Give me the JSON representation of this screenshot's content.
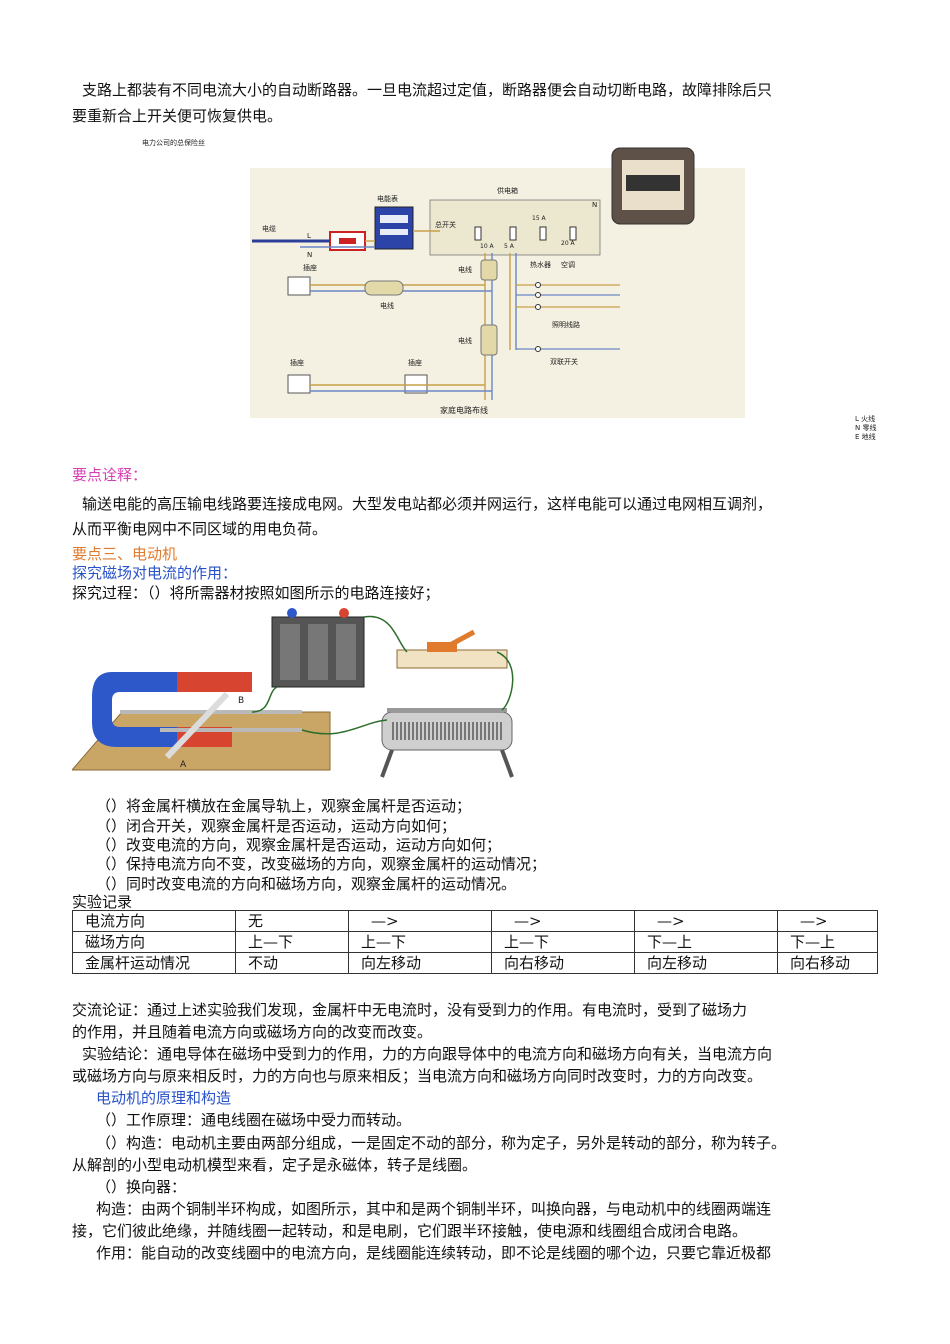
{
  "intro": {
    "line1": "支路上都装有不同电流大小的自动断路器。一旦电流超过定值，断路器便会自动切断电路，故障排除后只",
    "line2": "要重新合上开关便可恢复供电。"
  },
  "wiring_diagram": {
    "fuse_label": "电力公司的总保险丝",
    "meter_label": "电能表",
    "box_label": "供电箱",
    "main_switch": "总开关",
    "cable_label": "电缆",
    "L": "L",
    "N": "N",
    "socket1": "插座",
    "wire1": "电线",
    "wire2": "电线",
    "wire3": "电线",
    "socket2": "插座",
    "socket3": "插座",
    "heater": "热水器",
    "ac": "空调",
    "lighting": "照明线路",
    "dual_switch": "双联开关",
    "caption": "家庭电路布线",
    "amp1": "15 A",
    "amp2": "20 A",
    "amp3": "10 A",
    "amp4": "5 A",
    "N_right": "N",
    "legend1": "L 火线",
    "legend2": "N 零线",
    "legend3": "E 地线"
  },
  "key_note_title": "要点诠释：",
  "key_note": {
    "line1": "输送电能的高压输电线路要连接成电网。大型发电站都必须并网运行，这样电能可以通过电网相互调剂，",
    "line2": "从而平衡电网中不同区域的用电负荷。"
  },
  "section3_title": "要点三、电动机",
  "explore_title": "探究磁场对电流的作用：",
  "explore_process": "探究过程：（）将所需器材按照如图所示的电路连接好；",
  "apparatus": {
    "label_a": "A",
    "label_b": "B"
  },
  "steps": [
    "（）将金属杆横放在金属导轨上，观察金属杆是否运动；",
    "（）闭合开关，观察金属杆是否运动，运动方向如何；",
    "（）改变电流的方向，观察金属杆是否运动，运动方向如何；",
    "（）保持电流方向不变，改变磁场的方向，观察金属杆的运动情况；",
    "（）同时改变电流的方向和磁场方向，观察金属杆的运动情况。"
  ],
  "record_title": "实验记录",
  "table": {
    "rows": [
      [
        "电流方向",
        "无",
        "—>",
        "—>",
        "—>",
        "—>"
      ],
      [
        "磁场方向",
        "上—下",
        "上—下",
        "上—下",
        "下—上",
        "下—上"
      ],
      [
        "金属杆运动情况",
        "不动",
        "向左移动",
        "向右移动",
        "向左移动",
        "向右移动"
      ]
    ]
  },
  "discussion": {
    "line1": "交流论证：通过上述实验我们发现，金属杆中无电流时，没有受到力的作用。有电流时，受到了磁场力",
    "line2": "的作用，并且随着电流方向或磁场方向的改变而改变。"
  },
  "conclusion": {
    "line1": "实验结论：通电导体在磁场中受到力的作用，力的方向跟导体中的电流方向和磁场方向有关，当电流方向",
    "line2": "或磁场方向与原来相反时，力的方向也与原来相反；当电流方向和磁场方向同时改变时，力的方向改变。"
  },
  "motor_title": "电动机的原理和构造",
  "motor": {
    "principle": "（）工作原理：通电线圈在磁场中受力而转动。",
    "structure1": "（）构造：电动机主要由两部分组成，一是固定不动的部分，称为定子，另外是转动的部分，称为转子。",
    "structure2": "从解剖的小型电动机模型来看，定子是永磁体，转子是线圈。",
    "commutator": "（）换向器：",
    "construct1": "构造：由两个铜制半环构成，如图所示，其中和是两个铜制半环，叫换向器，与电动机中的线圈两端连",
    "construct2": "接，它们彼此绝缘，并随线圈一起转动，和是电刷，它们跟半环接触，使电源和线圈组合成闭合电路。",
    "function1": "作用：能自动的改变线圈中的电流方向，是线圈能连续转动，即不论是线圈的哪个边，只要它靠近极都"
  }
}
